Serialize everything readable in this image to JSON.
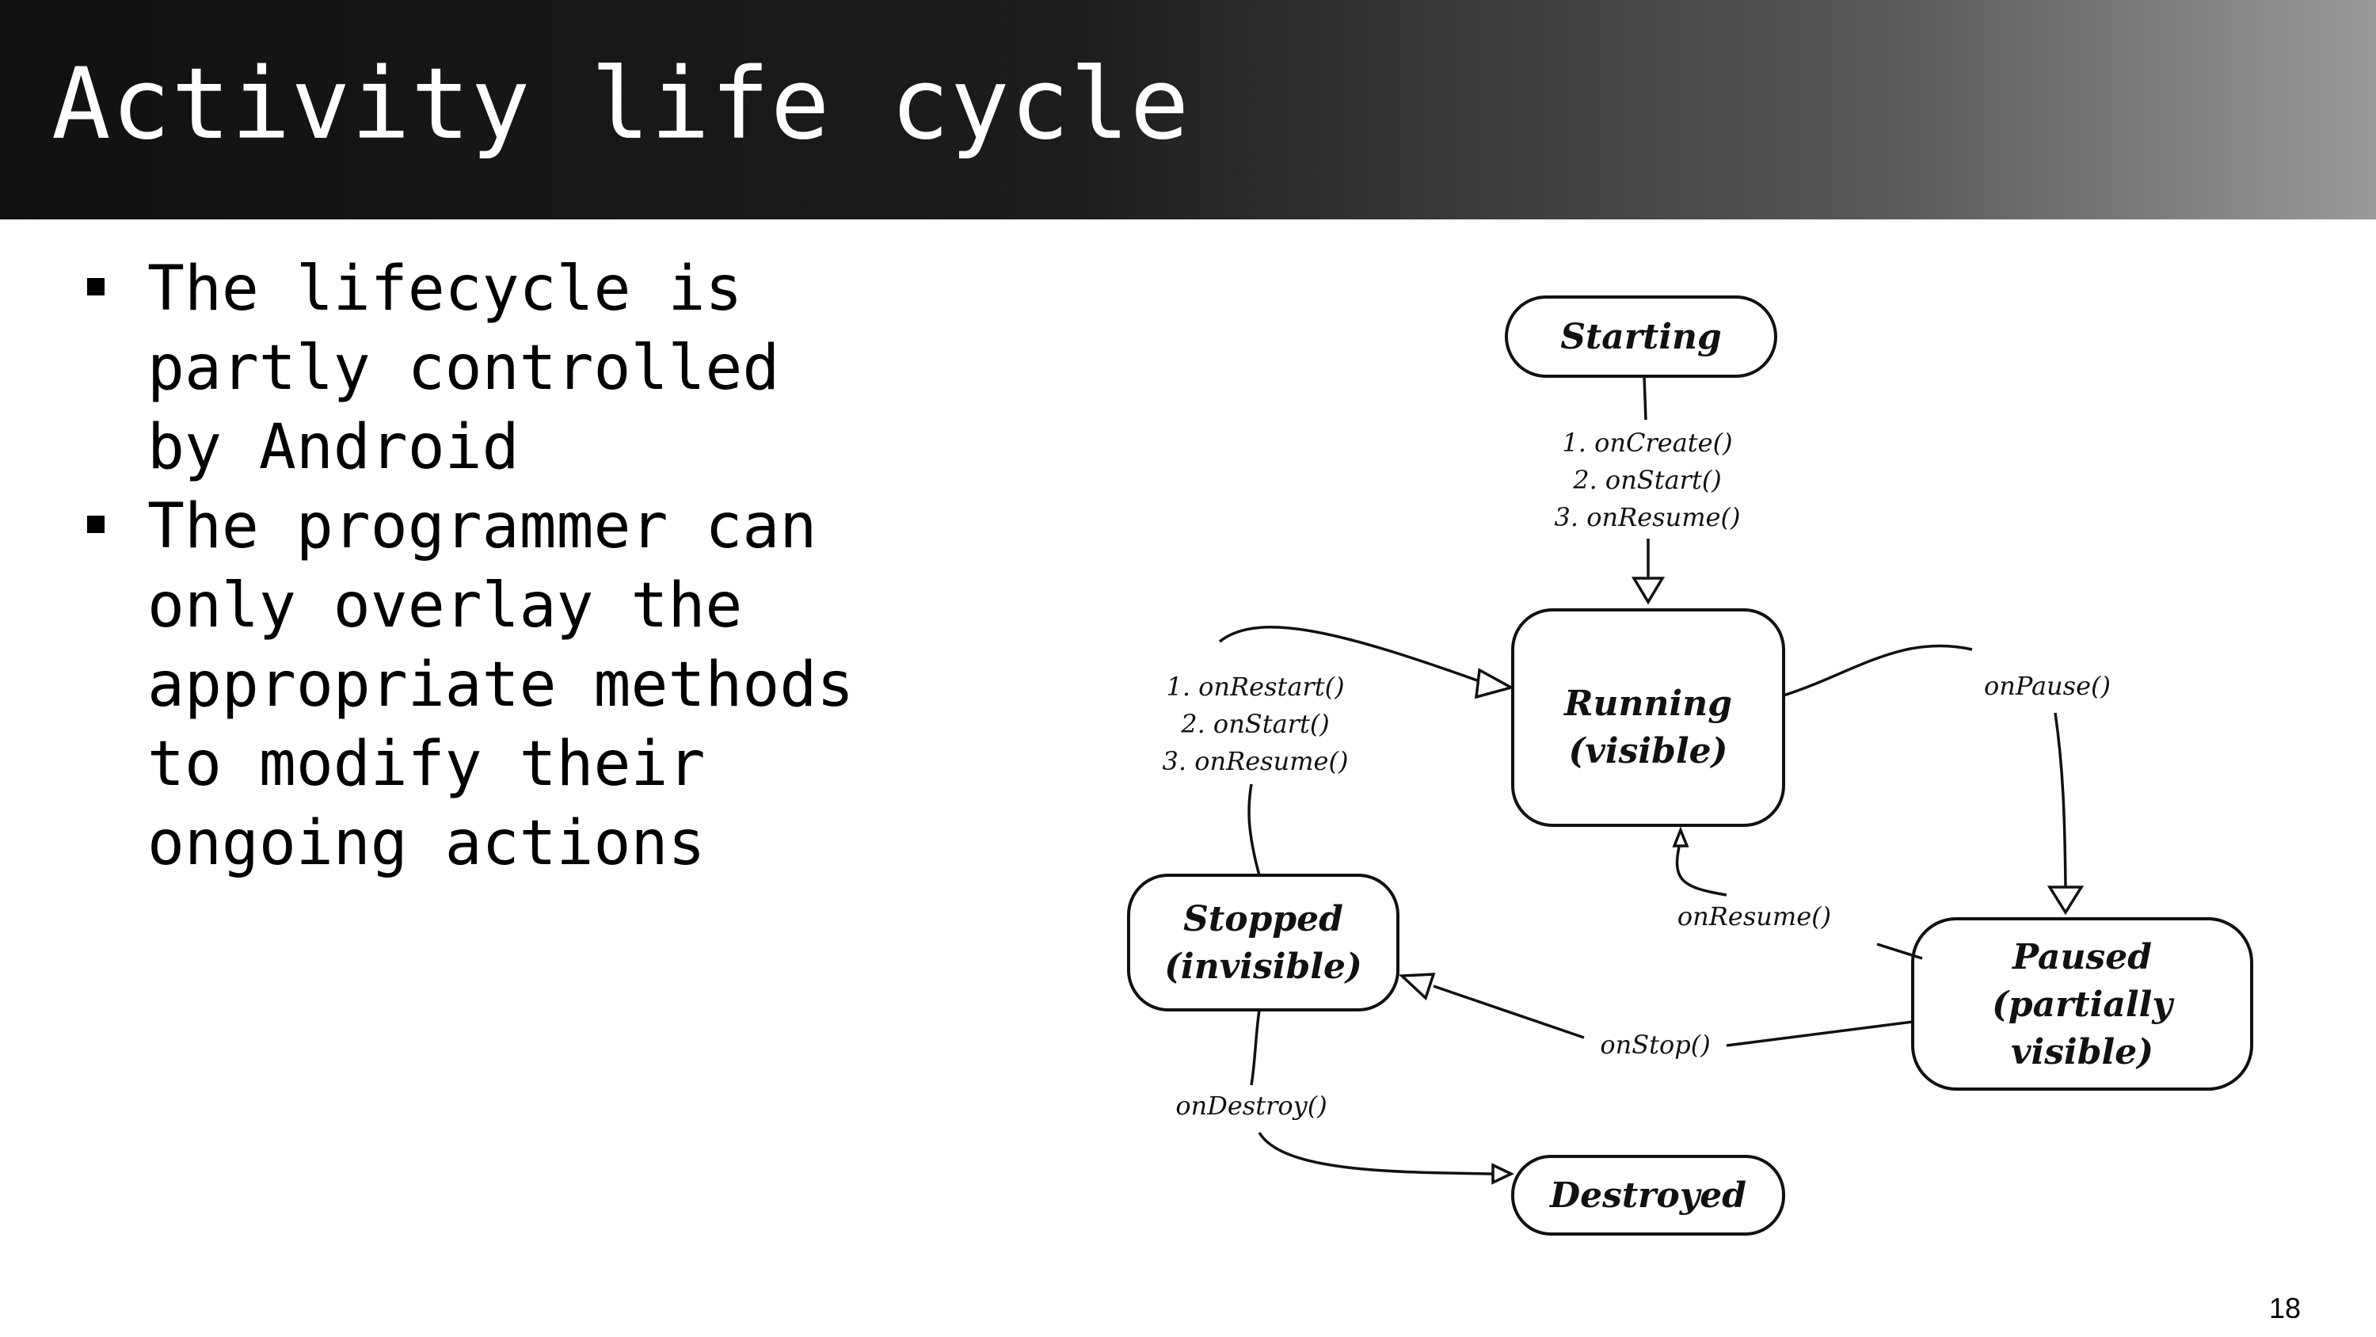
{
  "slide": {
    "title": "Activity life cycle",
    "page_number": "18"
  },
  "bullets": [
    {
      "text": "The lifecycle is partly controlled by Android"
    },
    {
      "text": "The programmer can only overlay the appropriate methods to modify their ongoing actions"
    }
  ],
  "diagram": {
    "nodes": {
      "starting": {
        "label": "Starting"
      },
      "running": {
        "line1": "Running",
        "line2": "(visible)"
      },
      "paused": {
        "line1": "Paused",
        "line2": "(partially",
        "line3": "visible)"
      },
      "stopped": {
        "line1": "Stopped",
        "line2": "(invisible)"
      },
      "destroyed": {
        "label": "Destroyed"
      }
    },
    "edges": {
      "start_to_running": {
        "line1": "1. onCreate()",
        "line2": "2. onStart()",
        "line3": "3. onResume()"
      },
      "stopped_to_running": {
        "line1": "1. onRestart()",
        "line2": "2. onStart()",
        "line3": "3. onResume()"
      },
      "running_to_paused": {
        "label": "onPause()"
      },
      "paused_to_running": {
        "label": "onResume()"
      },
      "paused_to_stopped": {
        "label": "onStop()"
      },
      "stopped_to_destroyed": {
        "label": "onDestroy()"
      }
    }
  }
}
